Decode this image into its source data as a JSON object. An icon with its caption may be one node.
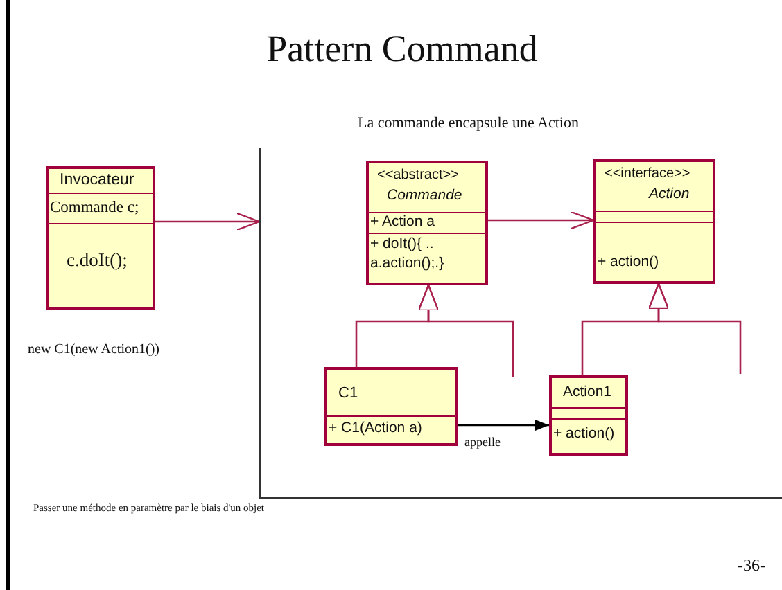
{
  "diagram": {
    "title": "Pattern Command",
    "nodes": [
      {
        "text": [
          "Invocateur",
          "Commande c;",
          "c.doIt();"
        ]
      },
      {
        "text": [
          "La commande encapsule une Action"
        ]
      },
      {
        "text": [
          "<<abstract>>",
          "Commande",
          "+ Action a",
          "+ doIt(){ .. a.action();.}"
        ],
        "in": 1
      },
      {
        "text": [
          "<<interface>>",
          "Action",
          "+ action()"
        ],
        "in": 1
      },
      {
        "text": [
          "C1",
          "+ C1(Action a)"
        ],
        "in": 1
      },
      {
        "text": [
          "Action1",
          "+ action()"
        ],
        "in": 1
      }
    ],
    "edges": [
      {
        "from": 0,
        "to": 1,
        "arrow": "to"
      },
      {
        "from": 2,
        "to": 3,
        "arrow": "to"
      },
      {
        "from": 4,
        "to": 2,
        "arrow": "to"
      },
      {
        "from": 5,
        "to": 3,
        "arrow": "to"
      },
      {
        "from": 4,
        "to": 5,
        "arrow": "to",
        "label": "appelle",
        "color": "#000000"
      },
      {
        "from": null,
        "to": 2,
        "arrow": "to"
      },
      {
        "from": null,
        "to": 3,
        "arrow": "to"
      }
    ],
    "labels": [
      "new C1(new Action1())",
      "Passer une méthode en paramètre par le biais d'un objet",
      "-36-"
    ]
  }
}
